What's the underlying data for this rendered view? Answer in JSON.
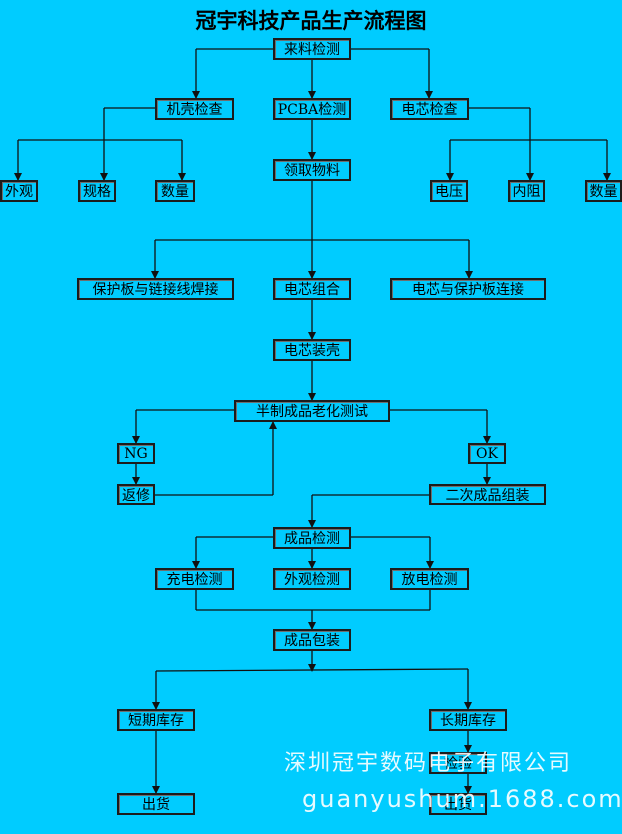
{
  "title": "冠宇科技产品生产流程图",
  "nodes": {
    "incoming_inspection": "来料检测",
    "housing_check": "机壳检查",
    "pcba_test": "PCBA检测",
    "cell_check": "电芯检查",
    "appearance": "外观",
    "spec": "规格",
    "quantity_left": "数量",
    "pick_materials": "领取物料",
    "voltage": "电压",
    "internal_resistance": "内阻",
    "quantity_right": "数量",
    "pcb_wire_welding": "保护板与链接线焊接",
    "cell_assembly": "电芯组合",
    "cell_pcb_connect": "电芯与保护板连接",
    "cell_casing": "电芯装壳",
    "aging_test": "半制成品老化测试",
    "ng": "NG",
    "ok": "OK",
    "rework": "返修",
    "secondary_assembly": "二次成品组装",
    "final_inspection": "成品检测",
    "charge_test": "充电检测",
    "appearance_test": "外观检测",
    "discharge_test": "放电检测",
    "packaging": "成品包装",
    "short_term_storage": "短期库存",
    "long_term_storage": "长期库存",
    "inspection": "检验",
    "shipping_left": "出货",
    "shipping_right": "出货"
  },
  "watermark": {
    "company": "深圳冠宇数码电子有限公司",
    "site": "guanyushum.1688.com"
  },
  "colors": {
    "background": "#00CCFF",
    "box_border": "#1C1C1C",
    "line": "#111111",
    "text": "#000000",
    "watermark": "#FFFFFF"
  }
}
